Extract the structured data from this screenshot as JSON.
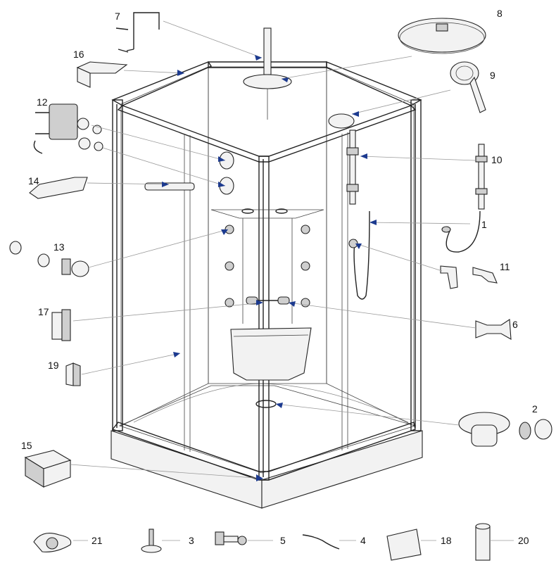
{
  "callouts": [
    {
      "id": "c1",
      "label": "1"
    },
    {
      "id": "c2",
      "label": "2"
    },
    {
      "id": "c3",
      "label": "3"
    },
    {
      "id": "c4",
      "label": "4"
    },
    {
      "id": "c5",
      "label": "5"
    },
    {
      "id": "c6",
      "label": "6"
    },
    {
      "id": "c7",
      "label": "7"
    },
    {
      "id": "c8",
      "label": "8"
    },
    {
      "id": "c9",
      "label": "9"
    },
    {
      "id": "c10",
      "label": "10"
    },
    {
      "id": "c11",
      "label": "11"
    },
    {
      "id": "c12",
      "label": "12"
    },
    {
      "id": "c13",
      "label": "13"
    },
    {
      "id": "c14",
      "label": "14"
    },
    {
      "id": "c15",
      "label": "15"
    },
    {
      "id": "c16",
      "label": "16"
    },
    {
      "id": "c17",
      "label": "17"
    },
    {
      "id": "c18",
      "label": "18"
    },
    {
      "id": "c19",
      "label": "19"
    },
    {
      "id": "c20",
      "label": "20"
    },
    {
      "id": "c21",
      "label": "21"
    }
  ],
  "colors": {
    "arrow": "#1c3a8f",
    "line": "#222222",
    "leader": "#9a9a9a"
  }
}
